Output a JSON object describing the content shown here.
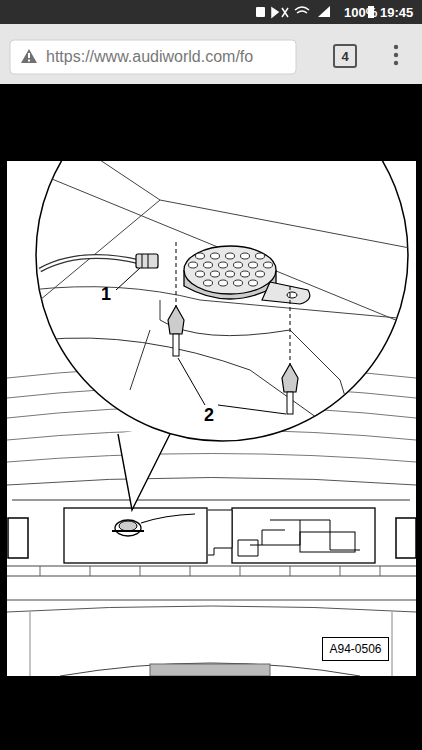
{
  "diagram": {
    "nodes": [
      {
        "text": [
          "4"
        ]
      },
      {
        "text": [
          "A94-0506"
        ]
      }
    ],
    "edges": [],
    "labels": [
      "100%",
      "19:45",
      "https://www.audiworld.com/fo",
      "1",
      "2"
    ]
  }
}
